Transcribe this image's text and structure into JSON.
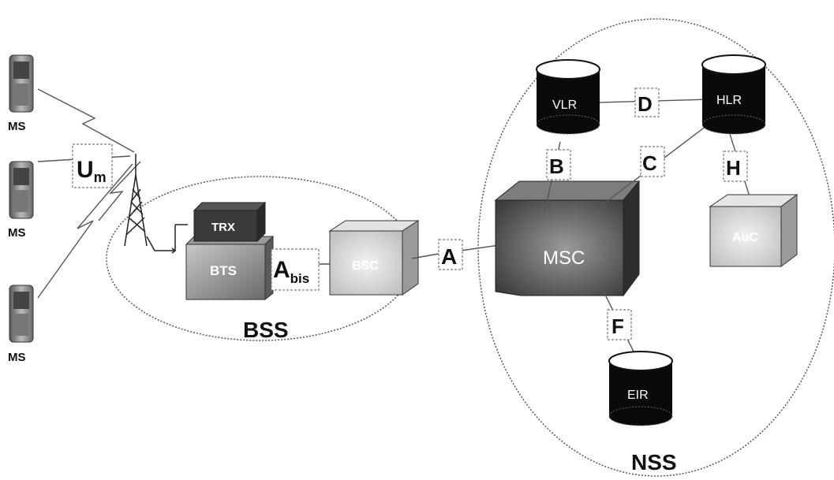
{
  "ms_label": "MS",
  "bss": {
    "area_label": "BSS",
    "trx_label": "TRX",
    "bts_label": "BTS",
    "bsc_label": "BSC"
  },
  "nss": {
    "area_label": "NSS",
    "msc_label": "MSC",
    "vlr_label": "VLR",
    "hlr_label": "HLR",
    "auc_label": "AuC",
    "eir_label": "EIR"
  },
  "interfaces": {
    "um_main": "U",
    "um_sub": "m",
    "abis_main": "A",
    "abis_sub": "bis",
    "a": "A",
    "b": "B",
    "c": "C",
    "d": "D",
    "f": "F",
    "h": "H"
  },
  "colors": {
    "database": "#0a0a0a",
    "box_dark": "#3a3a3a",
    "box_mid": "#8a8a8a",
    "box_light": "#cfcfcf"
  }
}
